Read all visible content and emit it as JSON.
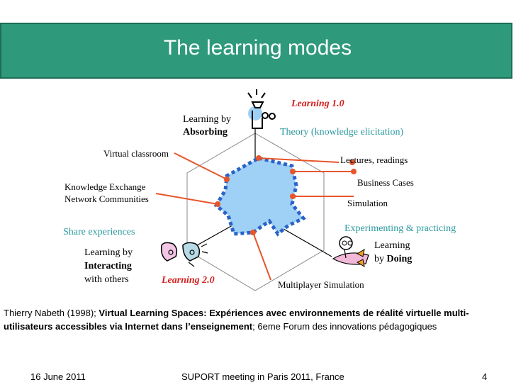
{
  "title": "The learning modes",
  "diagram": {
    "learning_1": "Learning 1.0",
    "learning_2": "Learning 2.0",
    "absorbing_line1": "Learning by",
    "absorbing_line2": "Absorbing",
    "interacting_line1": "Learning by",
    "interacting_line2": "Interacting",
    "interacting_line3": "with others",
    "doing_line1": "Learning",
    "doing_line2_pre": "by",
    "doing_line2_bold": "Doing",
    "theory": "Theory (knowledge elicitation)",
    "experimenting": "Experimenting & practicing",
    "share": "Share experiences",
    "spokes": [
      "Virtual classroom",
      "Lectures, readings",
      "Business Cases",
      "Simulation",
      "Knowledge Exchange",
      "Network Communities",
      "Multiplayer Simulation"
    ],
    "icons": [
      "person-with-ideas-icon",
      "two-people-talking-icon",
      "person-on-rocket-icon"
    ],
    "colors": {
      "shape_fill": "#9fd0f5",
      "shape_border": "#2a63c8",
      "connector": "#e8552a",
      "accent_teal": "#2b9aa0",
      "accent_red": "#d42020",
      "band": "#2e9a7b"
    }
  },
  "citation": {
    "author": "Thierry Nabeth (1998); ",
    "title_bold": "Virtual Learning Spaces: Expériences avec environnements de réalité virtuelle multi-utilisateurs accessibles via Internet dans l’enseignement",
    "rest": "; 6eme Forum des innovations pédagogiques"
  },
  "footer": {
    "date": "16 June 2011",
    "event": "SUPORT meeting in Paris 2011, France",
    "page": "4"
  }
}
